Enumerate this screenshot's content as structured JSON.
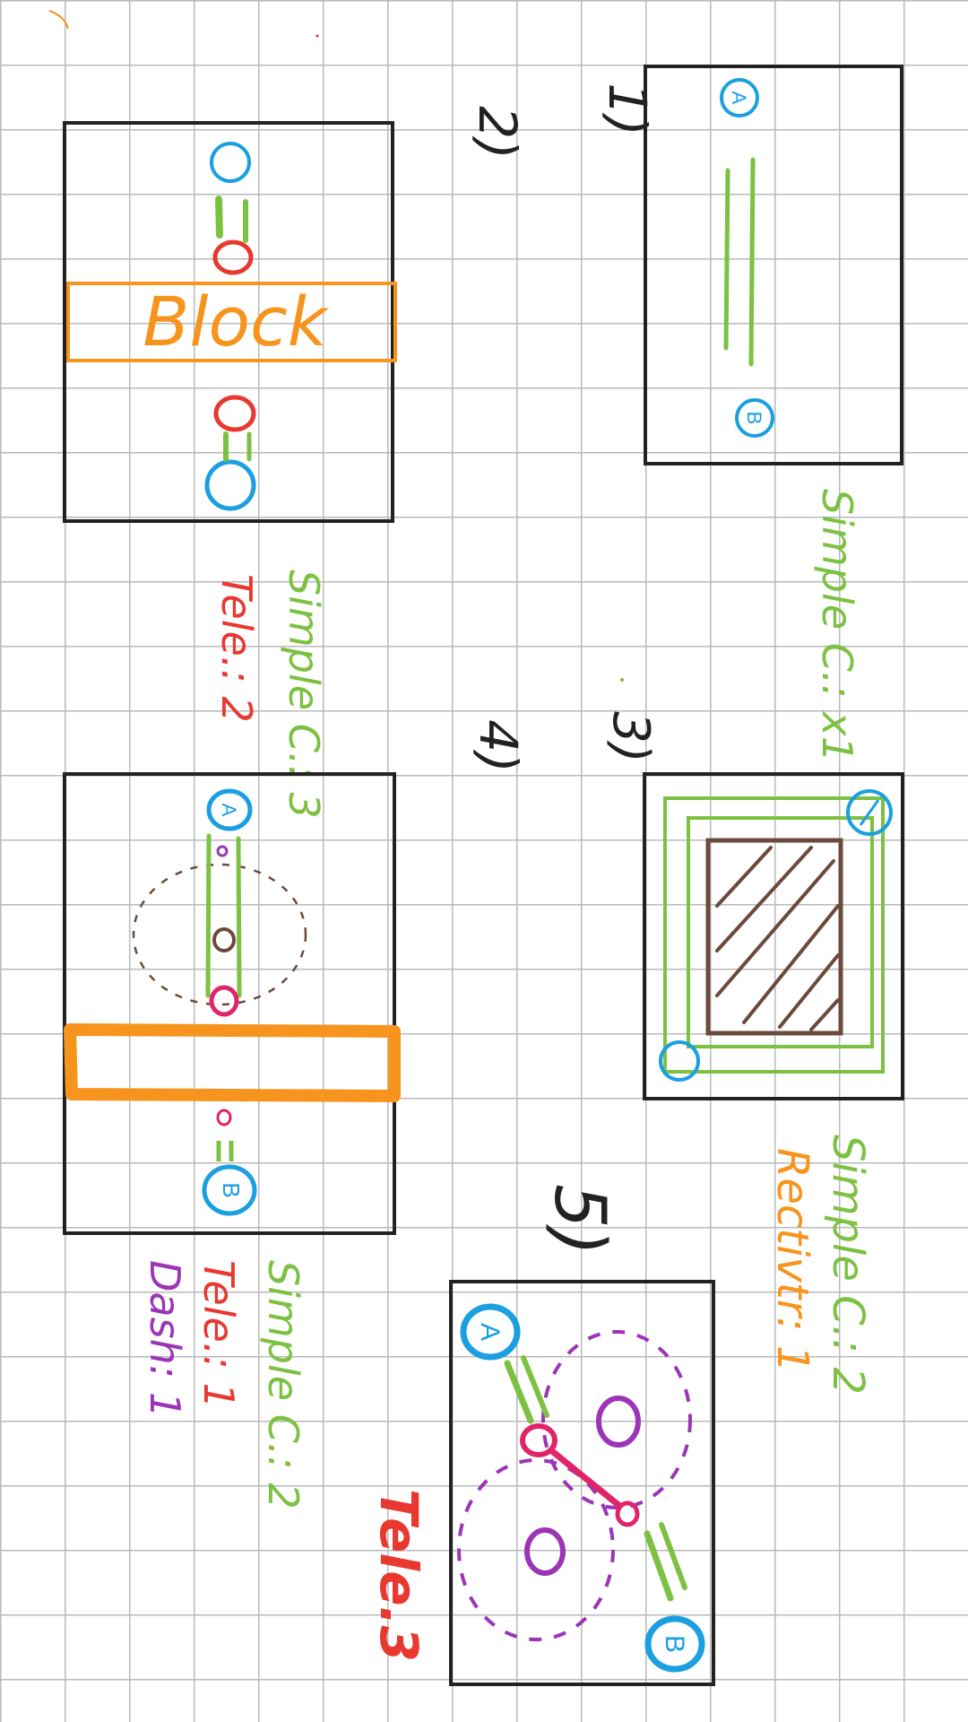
{
  "colors": {
    "background": "#ffffff",
    "grid": "#b9b9b9",
    "frame": "#222222",
    "endpoint": "#1a9fe0",
    "simple": "#7cc142",
    "tele": "#e8382f",
    "tele_pink": "#e0246a",
    "block": "#f7941d",
    "dash": "#9b35b5",
    "brown": "#6b4a3c"
  },
  "icons": [
    "endpoint-circle-icon",
    "portal-circle-icon",
    "dash-circle-icon",
    "hatched-obstacle-icon"
  ],
  "panels": [
    {
      "number": "1)",
      "endpoint_labels": [
        "A",
        "B"
      ],
      "notes": [
        "Simple C.: x1"
      ]
    },
    {
      "number": "2)",
      "block_label": "Block",
      "notes": [
        "Simple C.: 3",
        "Tele.: 2"
      ]
    },
    {
      "number": "3)",
      "notes": [
        "Simple C.: 2",
        "Rectivtr: 1"
      ]
    },
    {
      "number": "4)",
      "endpoint_labels": [
        "A",
        "B"
      ],
      "notes": [
        "Simple C.: 2",
        "Tele.: 1",
        "Dash: 1"
      ]
    },
    {
      "number": "5)",
      "endpoint_labels": [
        "A",
        "B"
      ],
      "notes": [
        "Tele.3"
      ]
    }
  ]
}
